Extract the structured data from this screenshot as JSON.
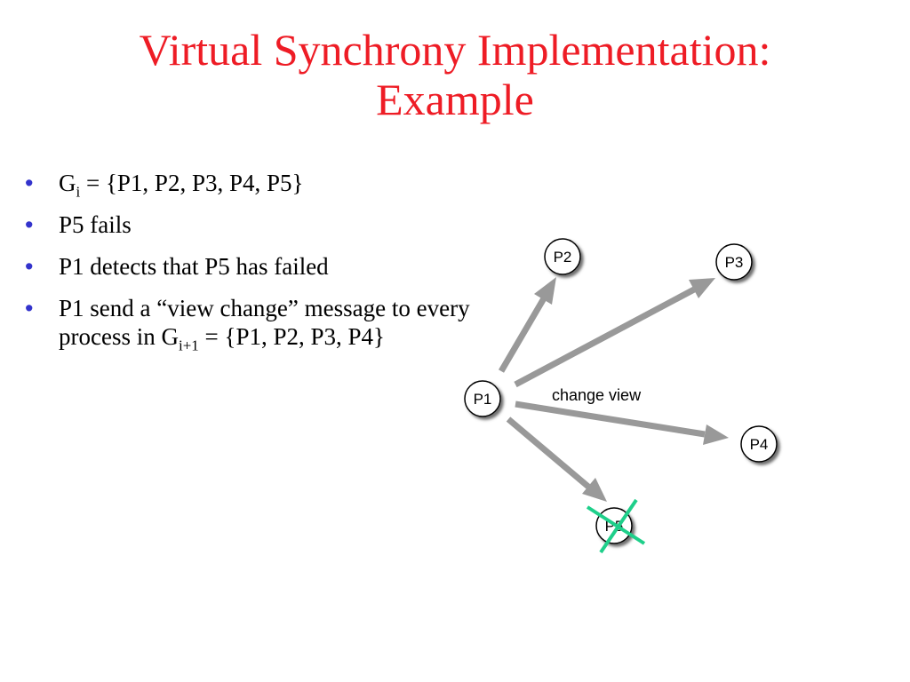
{
  "slide": {
    "title_line1": "Virtual Synchrony Implementation:",
    "title_line2": "Example"
  },
  "bullets": [
    {
      "pre": "G",
      "sub": "i",
      "post": " = {P1, P2, P3, P4, P5}"
    },
    {
      "text": "P5 fails"
    },
    {
      "text": "P1 detects that P5 has failed"
    },
    {
      "pre": "P1 send a “view change” message to every process in  G",
      "sub": "i+1",
      "post": " = {P1, P2, P3, P4}"
    }
  ],
  "bullet_symbol": "•",
  "diagram": {
    "nodes": [
      "P1",
      "P2",
      "P3",
      "P4",
      "P5"
    ],
    "edge_label": "change view",
    "failed_node": "P5",
    "colors": {
      "arrow": "#999999",
      "failure_mark": "#1ecf8a",
      "title": "#ee1c25",
      "bullet": "#3333cc"
    }
  }
}
